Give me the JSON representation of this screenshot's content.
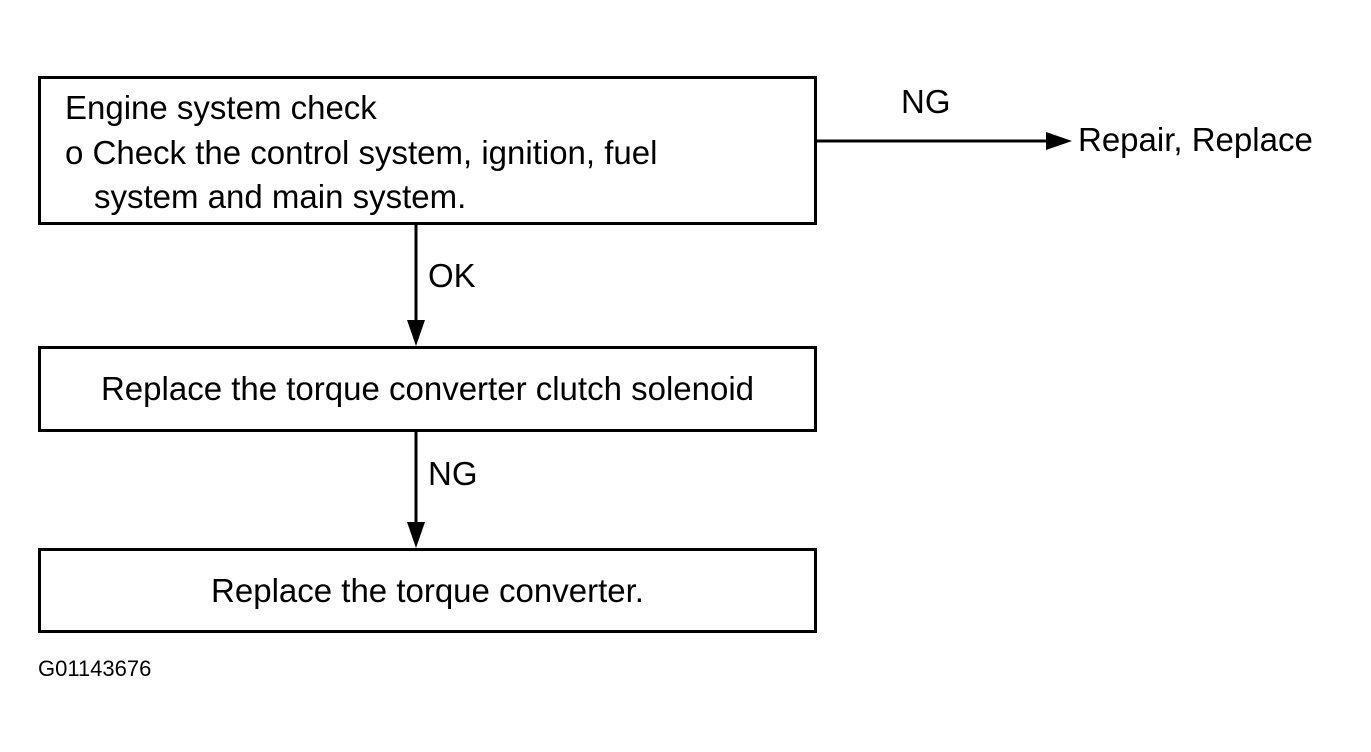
{
  "step1": {
    "line1": "Engine system check",
    "line2": "o Check the control system, ignition, fuel",
    "line3": "system and main system."
  },
  "step2": {
    "text": "Replace the torque converter clutch solenoid"
  },
  "step3": {
    "text": "Replace the torque converter."
  },
  "branches": {
    "ng_right": "NG",
    "repair_replace": "Repair, Replace",
    "ok_down": "OK",
    "ng_down": "NG"
  },
  "figure_id": "G01143676"
}
